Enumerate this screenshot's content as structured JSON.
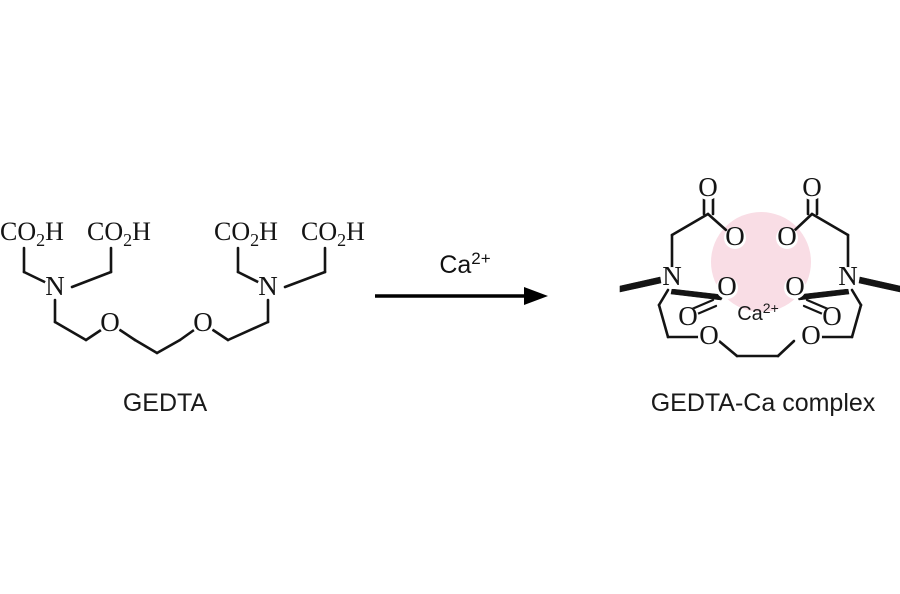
{
  "figure": {
    "type": "chemical-reaction-scheme",
    "background_color": "#ffffff",
    "bond_color": "#141414",
    "halo_color": "#f9dde5"
  },
  "reactant": {
    "caption": "GEDTA",
    "name": "GEDTA",
    "carboxyl_labels": [
      {
        "id": "co2h-1",
        "text": "CO",
        "sub": "2",
        "tail": "H"
      },
      {
        "id": "co2h-2",
        "text": "CO",
        "sub": "2",
        "tail": "H"
      },
      {
        "id": "co2h-3",
        "text": "CO",
        "sub": "2",
        "tail": "H"
      },
      {
        "id": "co2h-4",
        "text": "CO",
        "sub": "2",
        "tail": "H"
      }
    ],
    "nitrogen_labels": [
      {
        "id": "n-left",
        "text": "N"
      },
      {
        "id": "n-right",
        "text": "N"
      }
    ],
    "oxygen_labels": [
      {
        "id": "ether-o-left",
        "text": "O"
      },
      {
        "id": "ether-o-right",
        "text": "O"
      }
    ]
  },
  "arrow": {
    "reagent_text": "Ca",
    "reagent_superscript": "2+",
    "direction": "right"
  },
  "product": {
    "caption": "GEDTA-Ca complex",
    "name": "GEDTA-Ca complex",
    "metal_label": "Ca",
    "metal_superscript": "2+",
    "carbonyl_oxygens": [
      {
        "id": "carbonyl-o-top-left",
        "text": "O"
      },
      {
        "id": "carbonyl-o-top-right",
        "text": "O"
      },
      {
        "id": "carbonyl-o-low-left",
        "text": "O"
      },
      {
        "id": "carbonyl-o-low-right",
        "text": "O"
      }
    ],
    "coordinating_oxygens": [
      {
        "id": "coord-o-upper-left",
        "text": "O"
      },
      {
        "id": "coord-o-upper-right",
        "text": "O"
      },
      {
        "id": "coord-o-lower-left",
        "text": "O"
      },
      {
        "id": "coord-o-lower-right",
        "text": "O"
      }
    ],
    "ether_oxygens": [
      {
        "id": "ether-o-left",
        "text": "O"
      },
      {
        "id": "ether-o-right",
        "text": "O"
      }
    ],
    "nitrogen_labels": [
      {
        "id": "n-left",
        "text": "N"
      },
      {
        "id": "n-right",
        "text": "N"
      }
    ]
  }
}
